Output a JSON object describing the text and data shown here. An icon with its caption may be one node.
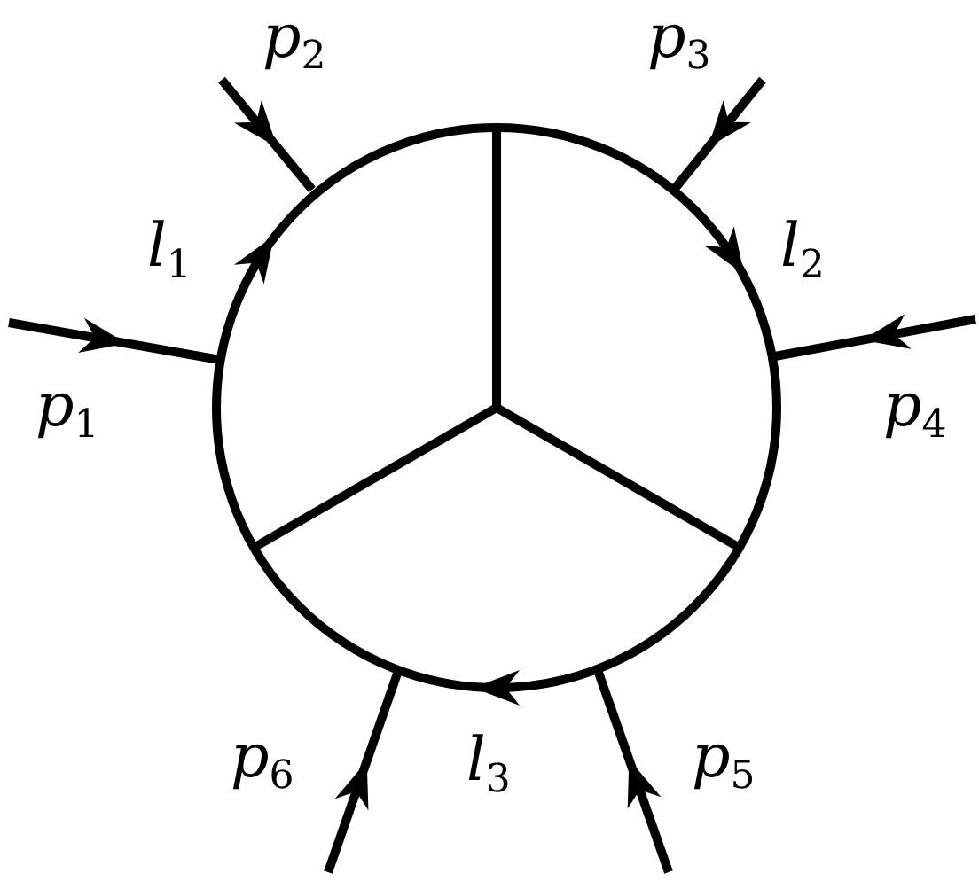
{
  "diagram": {
    "labels": [
      "p$_{2}$",
      "p$_{3}$",
      "l$_{1}$",
      "l$_{2}$",
      "p$_{1}$",
      "p$_{4}$",
      "p$_{6}$",
      "l$_{3}$",
      "p$_{5}$"
    ]
  }
}
